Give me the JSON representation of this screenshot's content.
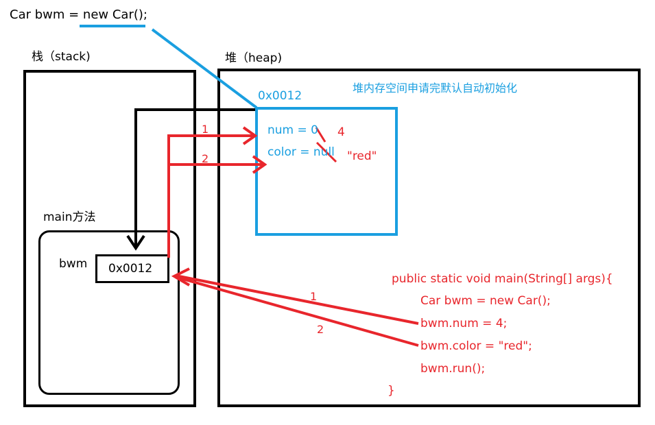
{
  "top_statement": "Car bwm = new Car();",
  "stack": {
    "label": "栈（stack)"
  },
  "heap": {
    "label": "堆（heap)"
  },
  "main_frame": {
    "label": "main方法"
  },
  "variable": {
    "name": "bwm",
    "value": "0x0012"
  },
  "object": {
    "address": "0x0012",
    "note": "堆内存空间申请完默认自动初始化",
    "fields": [
      {
        "text": "num = 0",
        "new_value": "4"
      },
      {
        "text": "color = null",
        "new_value": "\"red\""
      }
    ]
  },
  "code": {
    "lines": [
      "public static void main(String[] args){",
      "Car bwm = new Car();",
      "bwm.num = 4;",
      "bwm.color = \"red\";",
      "bwm.run();",
      "}"
    ]
  },
  "step_labels": {
    "stack_to_heap_1": "1",
    "stack_to_heap_2": "2",
    "code_to_var_1": "1",
    "code_to_var_2": "2"
  },
  "colors": {
    "black": "#000000",
    "blue": "#1a9fe0",
    "red": "#e8262c"
  }
}
